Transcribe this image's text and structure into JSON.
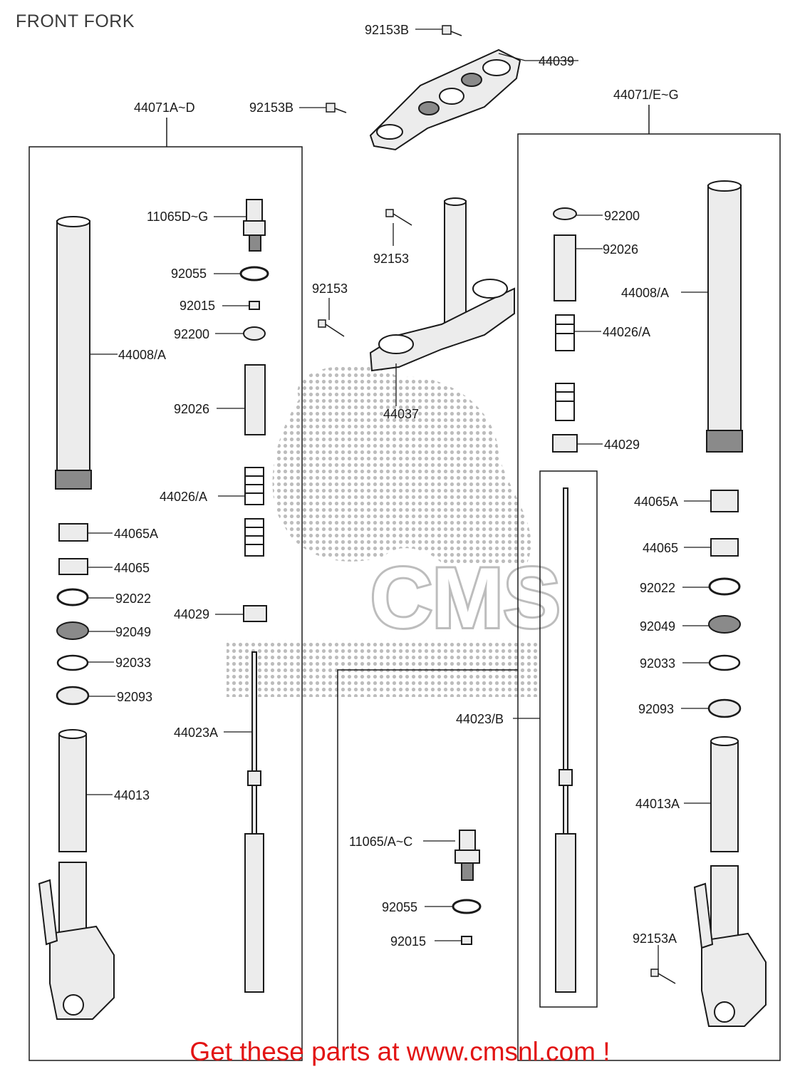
{
  "page": {
    "title": "FRONT FORK",
    "footer": "Get these parts at www.cmsnl.com !"
  },
  "watermark": {
    "text": "CMS",
    "color": "#9a9a9a"
  },
  "colors": {
    "line": "#1a1a1a",
    "part_fill": "#ececec",
    "part_dark": "#8a8a8a",
    "footer": "#e21414"
  },
  "groups": {
    "left_assembly": "44071A~D",
    "right_assembly": "44071/E~G"
  },
  "labels": {
    "l92153B_top": "92153B",
    "l44039": "44039",
    "l92153B_mid": "92153B",
    "l11065DG": "11065D~G",
    "l92055_left": "92055",
    "l92015_left": "92015",
    "l92200_left": "92200",
    "l44008A_left": "44008/A",
    "l92026_left": "92026",
    "l44026A_left": "44026/A",
    "l44065A_left": "44065A",
    "l44065_left": "44065",
    "l92022_left": "92022",
    "l92049_left": "92049",
    "l44029_left": "44029",
    "l92033_left": "92033",
    "l92093_left": "92093",
    "l44023A": "44023A",
    "l44013": "44013",
    "l92153_a": "92153",
    "l92153_b": "92153",
    "l44037": "44037",
    "l92200_right": "92200",
    "l92026_right": "92026",
    "l44008A_right": "44008/A",
    "l44026A_right": "44026/A",
    "l44029_right": "44029",
    "l44065A_right": "44065A",
    "l44065_right": "44065",
    "l92022_right": "92022",
    "l92049_right": "92049",
    "l92033_right": "92033",
    "l44023B": "44023/B",
    "l92093_right": "92093",
    "l44013A": "44013A",
    "l11065AC": "11065/A~C",
    "l92055_right": "92055",
    "l92015_right": "92015",
    "l92153A": "92153A"
  }
}
